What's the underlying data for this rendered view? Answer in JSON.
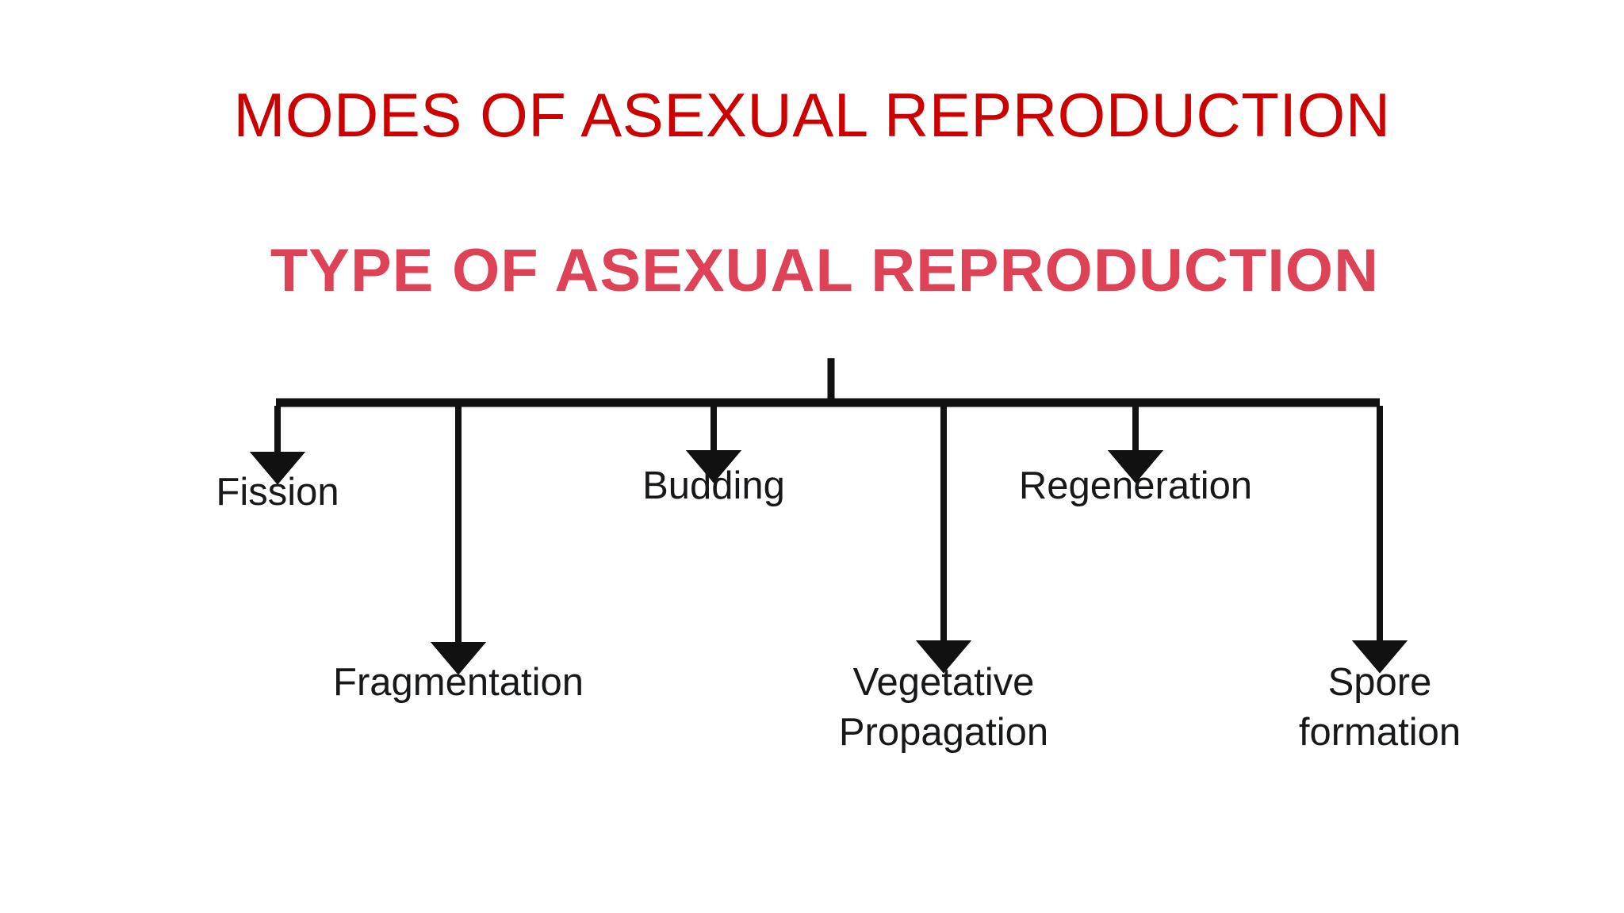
{
  "slide": {
    "title": "MODES OF ASEXUAL REPRODUCTION",
    "title_color": "#CC0000",
    "background_color": "#FFFFFF"
  },
  "figure": {
    "heading": "TYPE OF ASEXUAL REPRODUCTION",
    "heading_color": "#DE4257",
    "line_color": "#111111",
    "label_color": "#17181A"
  },
  "chart_data": {
    "type": "diagram",
    "diagram_kind": "tree",
    "title": "TYPE OF ASEXUAL REPRODUCTION",
    "root": "TYPE OF ASEXUAL REPRODUCTION",
    "orientation": "top-down",
    "branch_count": 6,
    "nodes": [
      {
        "id": "fission",
        "label": "Fission",
        "row": "upper"
      },
      {
        "id": "fragmentation",
        "label": "Fragmentation",
        "row": "lower"
      },
      {
        "id": "budding",
        "label": "Budding",
        "row": "upper"
      },
      {
        "id": "vegetative",
        "label": "Vegetative\nPropagation",
        "row": "lower"
      },
      {
        "id": "regeneration",
        "label": "Regeneration",
        "row": "upper"
      },
      {
        "id": "spore",
        "label": "Spore\nformation",
        "row": "lower"
      }
    ],
    "edges": [
      {
        "from": "root",
        "to": "fission"
      },
      {
        "from": "root",
        "to": "fragmentation"
      },
      {
        "from": "root",
        "to": "budding"
      },
      {
        "from": "root",
        "to": "vegetative"
      },
      {
        "from": "root",
        "to": "regeneration"
      },
      {
        "from": "root",
        "to": "spore"
      }
    ]
  },
  "labels": {
    "fission": "Fission",
    "fragmentation": "Fragmentation",
    "budding": "Budding",
    "vegetative_line1": "Vegetative",
    "vegetative_line2": "Propagation",
    "regeneration": "Regeneration",
    "spore_line1": "Spore",
    "spore_line2": "formation"
  }
}
